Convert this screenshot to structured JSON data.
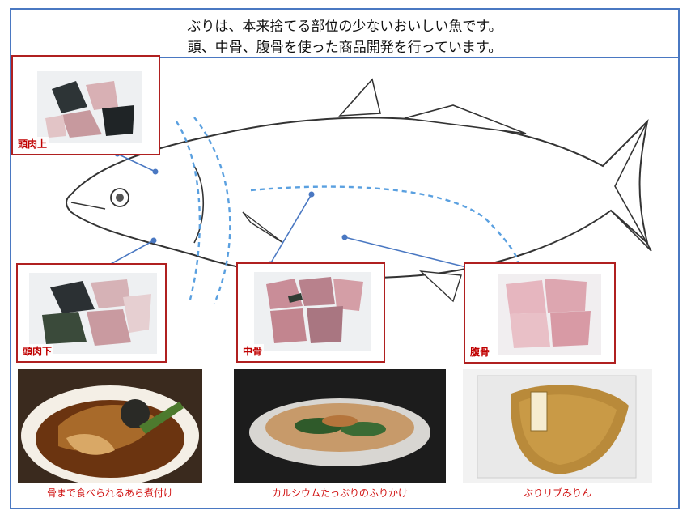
{
  "header": {
    "line1": "ぶりは、本来捨てる部位の少ないおいしい魚です。",
    "line2": "頭、中骨、腹骨を使った商品開発を行っています。"
  },
  "parts": [
    {
      "label": "頭肉上"
    },
    {
      "label": "頭肉下"
    },
    {
      "label": "中骨"
    },
    {
      "label": "腹骨"
    }
  ],
  "products": [
    {
      "caption": "骨まで食べられるあら煮付け"
    },
    {
      "caption": "カルシウムたっぷりのふりかけ"
    },
    {
      "caption": "ぶりリブみりん"
    }
  ],
  "colors": {
    "frame": "#4a78c2",
    "box_border": "#b02020",
    "label": "#c00000",
    "dash": "#5aa0e0",
    "connector": "#4a78c2"
  }
}
